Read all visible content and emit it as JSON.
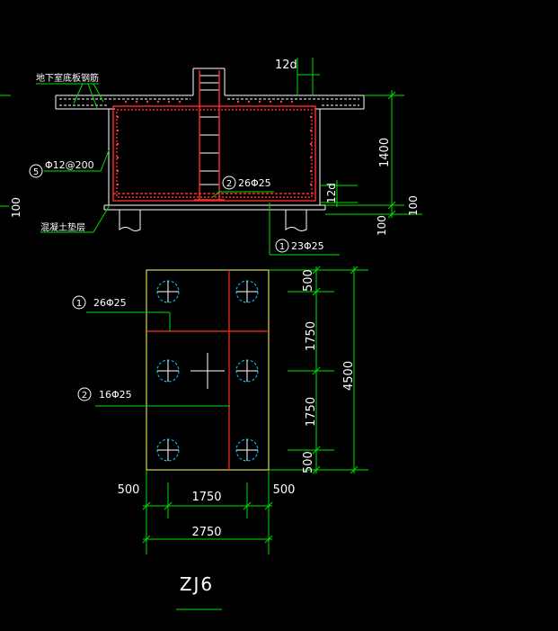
{
  "colors": {
    "background": "#000000",
    "dim": "#00e000",
    "concrete": "#ffffff",
    "rebar": "#ff2a2a",
    "pile_circle": "#00c8ff",
    "outline": "#ffff66",
    "title_line": "#00e000"
  },
  "section": {
    "label_slab_rebar": "地下室底板钢筋",
    "label_stirrup_circle": "5",
    "label_stirrup_text": "Φ12@200",
    "label_cushion": "混凝土垫层",
    "label_bar2_circle": "2",
    "label_bar2_text": "26Φ25",
    "label_bar1_circle": "1",
    "label_bar1_text": "23Φ25",
    "dim_12d_top": "12d",
    "dim_12d_side": "12d",
    "dim_1400": "1400",
    "dim_100_right_a": "100",
    "dim_100_right_b": "100",
    "dim_100_left": "100"
  },
  "plan": {
    "label_bar1_circle": "1",
    "label_bar1_text": "26Φ25",
    "label_bar2_circle": "2",
    "label_bar2_text": "16Φ25",
    "dim_v_500_top": "500",
    "dim_v_1750_a": "1750",
    "dim_v_1750_b": "1750",
    "dim_v_500_bottom": "500",
    "dim_v_total": "4500",
    "dim_h_500_left": "500",
    "dim_h_1750": "1750",
    "dim_h_500_right": "500",
    "dim_h_total": "2750"
  },
  "title": "ZJ6"
}
